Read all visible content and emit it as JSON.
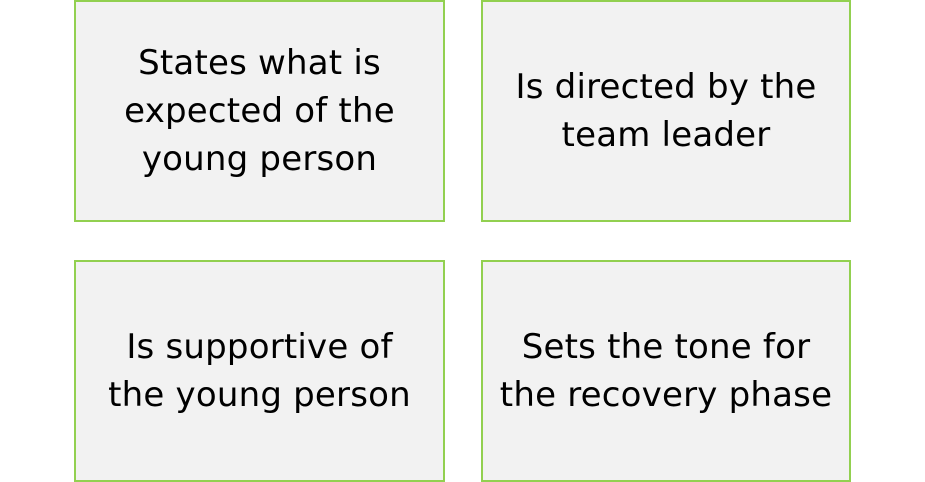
{
  "cards": [
    {
      "text": "States what is\nexpected of the\nyoung person"
    },
    {
      "text": "Is directed by the\nteam leader"
    },
    {
      "text": "Is supportive of\nthe young person"
    },
    {
      "text": "Sets the tone for\nthe recovery phase"
    }
  ],
  "colors": {
    "card_fill": "#f2f2f2",
    "card_border": "#92d050",
    "text": "#000000"
  }
}
